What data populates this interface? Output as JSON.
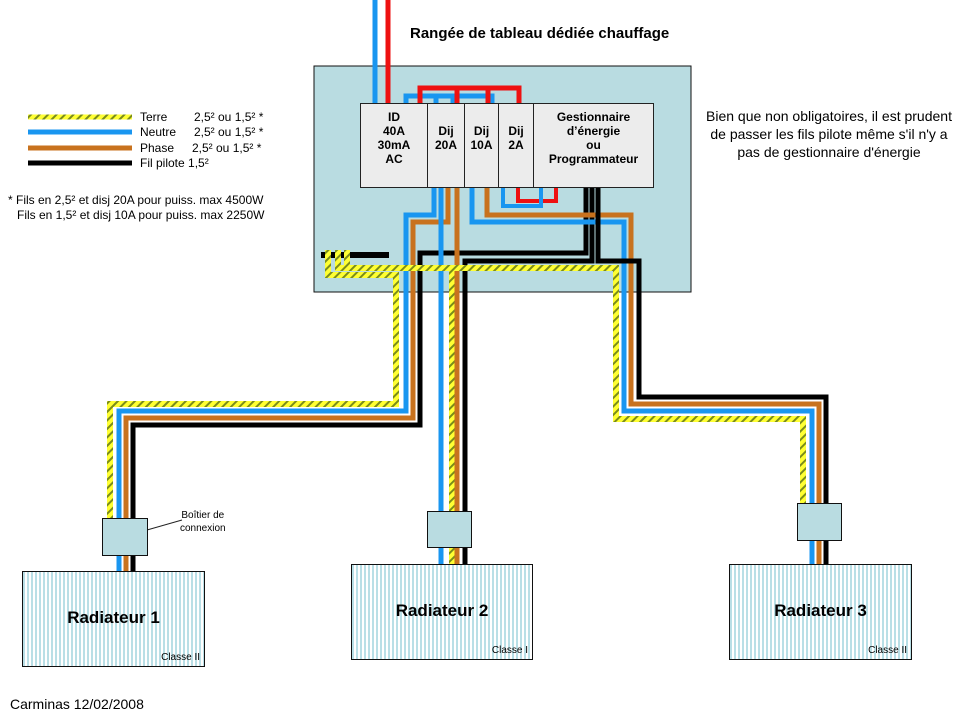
{
  "title": "Rangée de tableau dédiée chauffage",
  "colors": {
    "panel": "#b9dce1",
    "terre_base": "#ffff33",
    "terre_stripe": "#7a8c1a",
    "neutre": "#1996f0",
    "phase": "#c8721e",
    "fil_pilote": "#000000",
    "alimentation_phase": "#ee1111"
  },
  "legend": {
    "items": [
      {
        "wire": "terre",
        "label": "Terre",
        "section": "2,5² ou 1,5² *"
      },
      {
        "wire": "neutre",
        "label": "Neutre",
        "section": "2,5² ou 1,5² *"
      },
      {
        "wire": "phase",
        "label": "Phase",
        "section": "2,5² ou 1,5² *"
      },
      {
        "wire": "fil_pilote",
        "label": "Fil pilote 1,5²",
        "section": ""
      }
    ],
    "notes": [
      "* Fils en 2,5² et disj 20A pour puiss. max 4500W",
      "Fils en 1,5² et disj 10A pour puiss. max 2250W"
    ]
  },
  "modules": [
    {
      "id": "id40",
      "lines": [
        "ID",
        "40A",
        "30mA",
        "AC"
      ]
    },
    {
      "id": "dij20",
      "lines": [
        "Dij",
        "20A"
      ]
    },
    {
      "id": "dij10",
      "lines": [
        "Dij",
        "10A"
      ]
    },
    {
      "id": "dij2",
      "lines": [
        "Dij",
        "2A"
      ]
    },
    {
      "id": "gestionnaire",
      "lines": [
        "Gestionnaire",
        "d’énergie",
        "ou",
        "Programmateur"
      ]
    }
  ],
  "info_text": "Bien que non obligatoires, il est prudent de passer les fils pilote même s'il n'y a pas de gestionnaire d'énergie",
  "callout": {
    "line1": "Boîtier de",
    "line2": "connexion"
  },
  "radiators": [
    {
      "name": "Radiateur 1",
      "classe": "Classe II"
    },
    {
      "name": "Radiateur 2",
      "classe": "Classe I"
    },
    {
      "name": "Radiateur 3",
      "classe": "Classe II"
    }
  ],
  "footer": "Carminas 12/02/2008"
}
